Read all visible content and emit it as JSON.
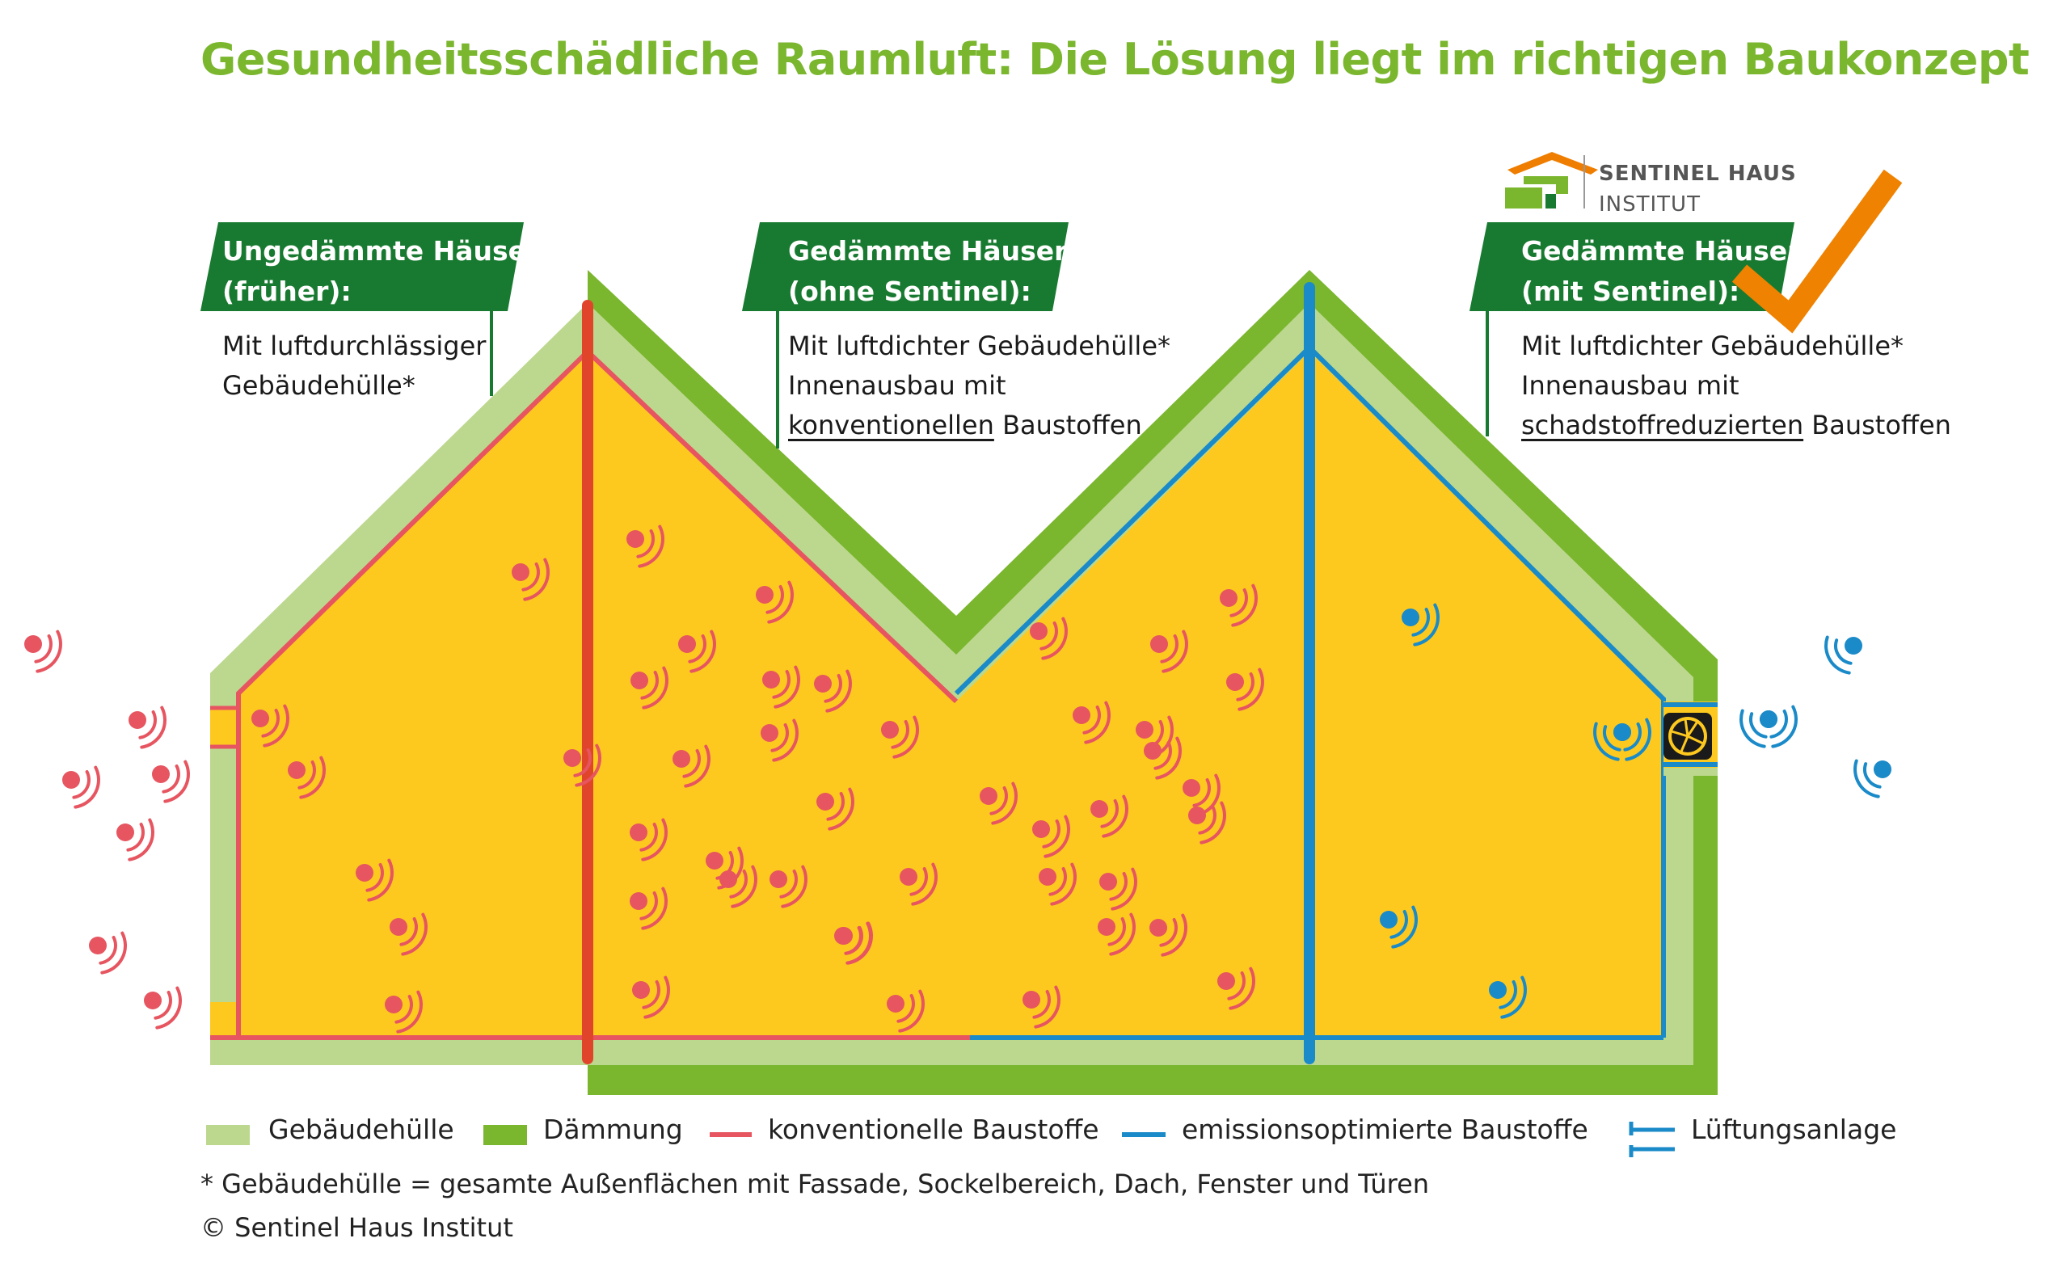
{
  "title": "Gesundheitsschädliche Raumluft: Die Lösung liegt im richtigen Baukonzept",
  "logo": {
    "line1": "SENTINEL HAUS",
    "line2": "INSTITUT"
  },
  "houses": [
    {
      "tag_line1": "Ungedämmte Häuser",
      "tag_line2": "(früher):",
      "desc_line1": "Mit luftdurchlässiger",
      "desc_line2": "Gebäudehülle*"
    },
    {
      "tag_line1": "Gedämmte Häuser",
      "tag_line2": "(ohne Sentinel):",
      "desc_line1": "Mit luftdichter Gebäudehülle*",
      "desc_line2": "Innenausbau mit",
      "desc_line3_u": "konventionellen",
      "desc_line3_rest": " Baustoffen"
    },
    {
      "tag_line1": "Gedämmte Häuser",
      "tag_line2": "(mit Sentinel):",
      "desc_line1": "Mit luftdichter Gebäudehülle*",
      "desc_line2": "Innenausbau mit",
      "desc_line3_u": "schadstoffreduzierten",
      "desc_line3_rest": " Baustoffen"
    }
  ],
  "legend": {
    "envelope": "Gebäudehülle",
    "insulation": "Dämmung",
    "conventional": "konventionelle Baustoffe",
    "optimized": "emissionsoptimierte Baustoffe",
    "ventilation": "Lüftungsanlage"
  },
  "footnote": "* Gebäudehülle = gesamte Außenflächen mit Fassade, Sockelbereich, Dach, Fenster und Türen",
  "copyright": "© Sentinel Haus Institut",
  "colors": {
    "title_green": "#7ab62e",
    "tag_green": "#187a30",
    "envelope": "#bcd88e",
    "insulation": "#7ab62e",
    "interior": "#fdc91f",
    "conventional": "#e65560",
    "red_divider": "#e0452c",
    "optimized": "#1a8ac8",
    "check_orange": "#ef8200",
    "logo_orange": "#ef7d00"
  },
  "emissions": {
    "red": [
      [
        41,
        797
      ],
      [
        170,
        891
      ],
      [
        88,
        965
      ],
      [
        199,
        958
      ],
      [
        155,
        1030
      ],
      [
        121,
        1170
      ],
      [
        189,
        1238
      ],
      [
        322,
        889
      ],
      [
        367,
        953
      ],
      [
        708,
        938
      ],
      [
        487,
        1243
      ],
      [
        451,
        1080
      ],
      [
        493,
        1147
      ],
      [
        644,
        708
      ],
      [
        786,
        667
      ],
      [
        850,
        797
      ],
      [
        946,
        736
      ],
      [
        791,
        842
      ],
      [
        954,
        841
      ],
      [
        1018,
        846
      ],
      [
        843,
        939
      ],
      [
        952,
        907
      ],
      [
        1101,
        903
      ],
      [
        1021,
        992
      ],
      [
        1285,
        781
      ],
      [
        1338,
        885
      ],
      [
        1223,
        985
      ],
      [
        1288,
        1026
      ],
      [
        1426,
        929
      ],
      [
        1360,
        1001
      ],
      [
        1481,
        1009
      ],
      [
        1371,
        1091
      ],
      [
        1434,
        797
      ],
      [
        1520,
        740
      ],
      [
        1528,
        844
      ],
      [
        1416,
        903
      ],
      [
        1474,
        975
      ],
      [
        1369,
        1147
      ],
      [
        1296,
        1085
      ],
      [
        1433,
        1148
      ],
      [
        1517,
        1214
      ],
      [
        1124,
        1085
      ],
      [
        1044,
        1158
      ],
      [
        790,
        1030
      ],
      [
        790,
        1115
      ],
      [
        884,
        1065
      ],
      [
        901,
        1088
      ],
      [
        963,
        1088
      ],
      [
        1043,
        1158
      ],
      [
        1108,
        1242
      ],
      [
        1276,
        1237
      ],
      [
        793,
        1225
      ]
    ],
    "blue": [
      [
        1745,
        764
      ],
      [
        2007,
        906
      ],
      [
        2293,
        799
      ],
      [
        2188,
        890
      ],
      [
        2329,
        952
      ],
      [
        1718,
        1138
      ],
      [
        1853,
        1225
      ]
    ]
  }
}
